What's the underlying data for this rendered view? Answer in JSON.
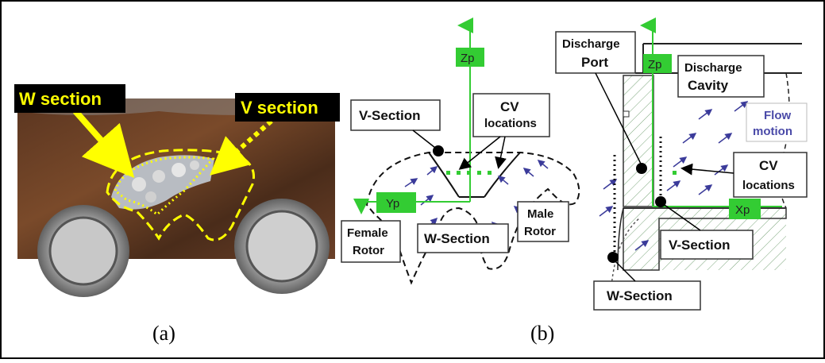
{
  "panel_a": {
    "w_label": "W section",
    "v_label": "V section",
    "caption": "(a)"
  },
  "panel_b": {
    "caption": "(b)",
    "left": {
      "axis_z": "Zp",
      "axis_y": "Yp",
      "v_section": "V-Section",
      "cv_line1": "CV",
      "cv_line2": "locations",
      "female_line1": "Female",
      "female_line2": "Rotor",
      "w_section": "W-Section",
      "male_line1": "Male",
      "male_line2": "Rotor"
    },
    "right": {
      "axis_z": "Zp",
      "axis_x": "Xp",
      "port_line1": "Discharge",
      "port_line2": "Port",
      "cavity_line1": "Discharge",
      "cavity_line2": "Cavity",
      "flow_line1": "Flow",
      "flow_line2": "motion",
      "cv_line1": "CV",
      "cv_line2": "locations",
      "v_section": "V-Section",
      "w_section": "W-Section"
    }
  },
  "colors": {
    "highlight_yellow": "#ffff00",
    "axis_green": "#33cc33",
    "flow_arrow": "#3b3b9a",
    "label_black": "#000000"
  }
}
